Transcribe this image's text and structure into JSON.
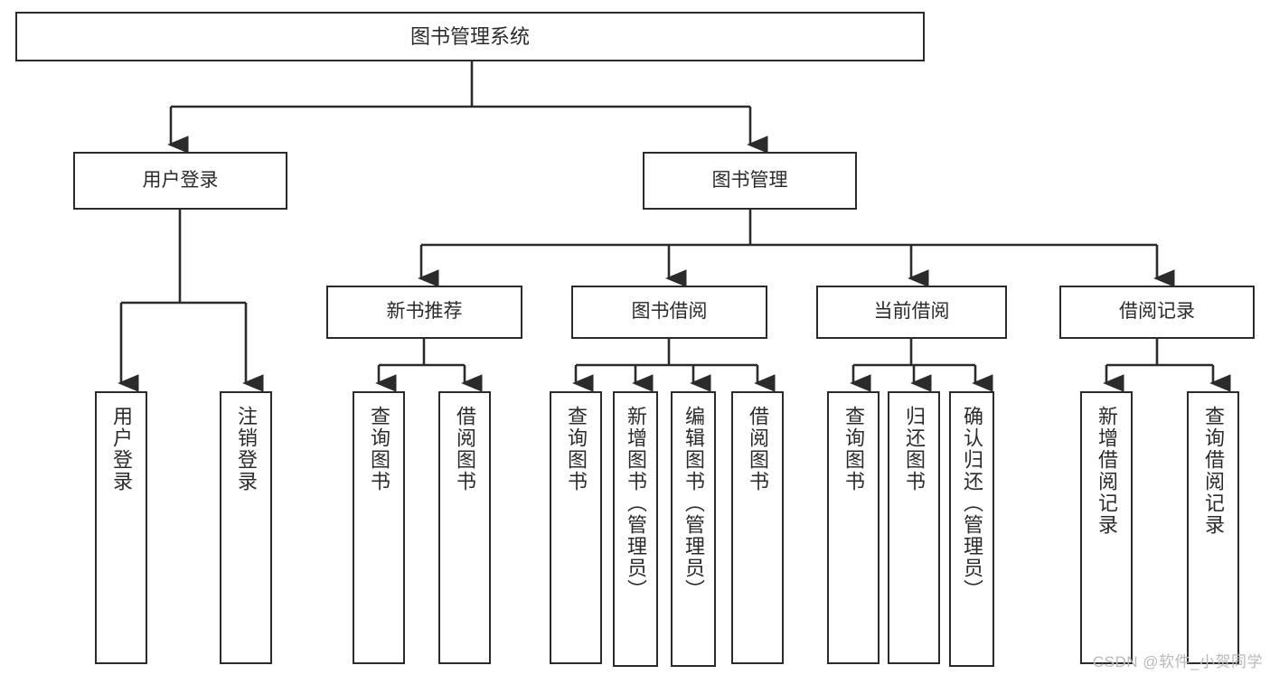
{
  "diagram": {
    "title": "图书管理系统",
    "type": "tree",
    "watermark": "CSDN @软件_小贺同学",
    "colors": {
      "stroke": "#2b2b2b",
      "fill": "#ffffff",
      "text": "#2b2b2b",
      "watermark": "#b9b9b9"
    },
    "root": {
      "label": "图书管理系统"
    },
    "level2": [
      {
        "label": "用户登录"
      },
      {
        "label": "图书管理"
      }
    ],
    "level3": [
      {
        "label": "新书推荐"
      },
      {
        "label": "图书借阅"
      },
      {
        "label": "当前借阅"
      },
      {
        "label": "借阅记录"
      }
    ],
    "leaves": {
      "user_login": [
        {
          "label": "用户登录"
        },
        {
          "label": "注销登录"
        }
      ],
      "new_book": [
        {
          "label": "查询图书"
        },
        {
          "label": "借阅图书"
        }
      ],
      "borrow_book": [
        {
          "label": "查询图书"
        },
        {
          "label": "新增图书（管理员）"
        },
        {
          "label": "编辑图书（管理员）"
        },
        {
          "label": "借阅图书"
        }
      ],
      "current_borrow": [
        {
          "label": "查询图书"
        },
        {
          "label": "归还图书"
        },
        {
          "label": "确认归还（管理员）"
        }
      ],
      "borrow_record": [
        {
          "label": "新增借阅记录"
        },
        {
          "label": "查询借阅记录"
        }
      ]
    }
  }
}
